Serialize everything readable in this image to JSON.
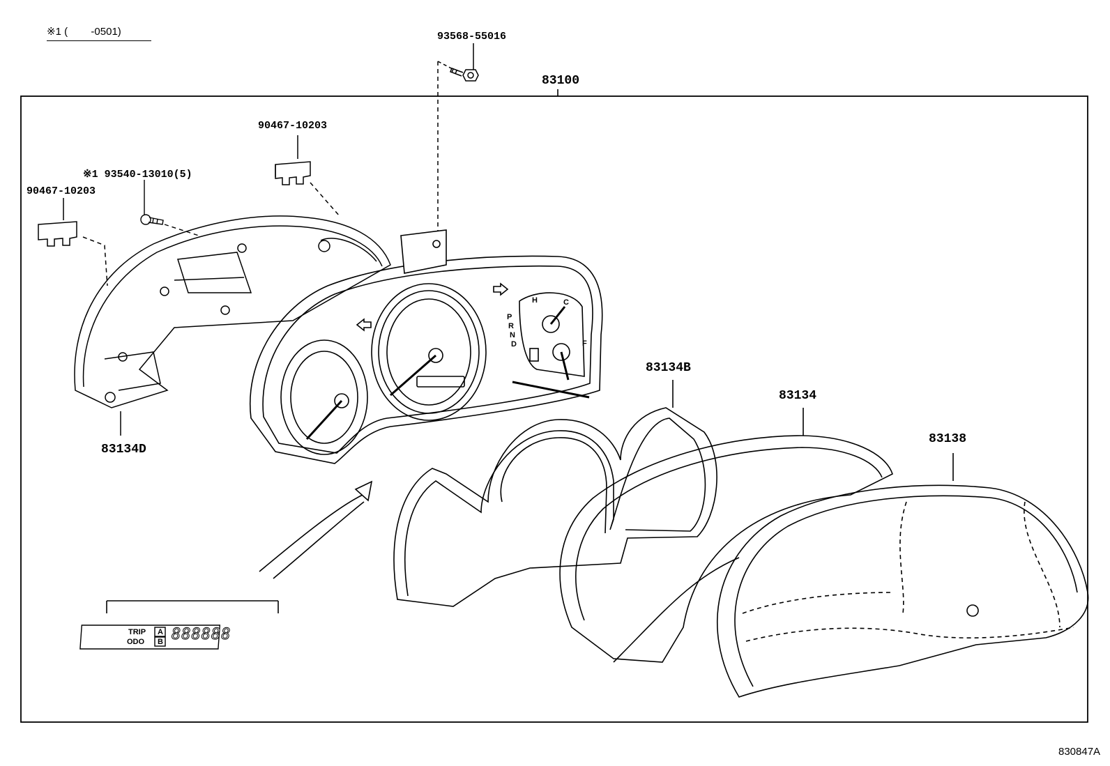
{
  "footnote": {
    "mark": "※1",
    "range": "(        -0501)"
  },
  "diagram_code": "830847A",
  "parts": {
    "assembly": "83100",
    "bolt_top": "93568-55016",
    "clip_right": "90467-10203",
    "screw": "93540-13010(5)",
    "screw_mark": "※1",
    "clip_left": "90467-10203",
    "case_back": "83134D",
    "plate_b": "83134B",
    "plate": "83134",
    "glass": "83138"
  },
  "inset": {
    "row1_label": "TRIP",
    "row1_key": "A",
    "row2_label": "ODO",
    "row2_key": "B",
    "display": "888888"
  },
  "gauge_letters": {
    "prnd": [
      "P",
      "R",
      "N",
      "D"
    ],
    "temp_hot": "H",
    "temp_cold": "C",
    "fuel_full": "F"
  }
}
